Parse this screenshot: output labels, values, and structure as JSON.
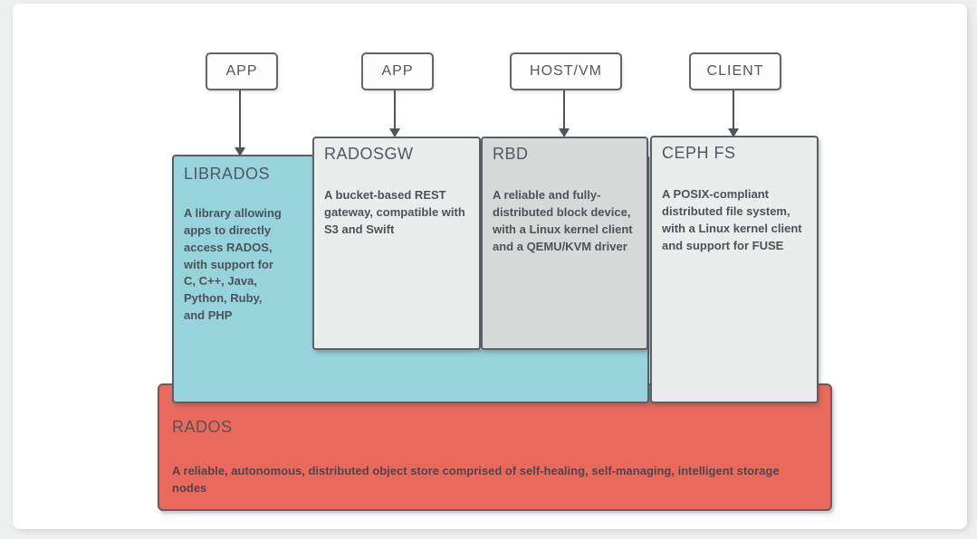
{
  "palette": {
    "page_background": "#eef0f0",
    "card_background": "#ffffff",
    "librados_fill": "#97d3db",
    "radosgw_fill": "#ebecec",
    "rbd_fill": "#d7d9d9",
    "cephfs_fill": "#ebecec",
    "rados_fill": "#e96a5c",
    "box_border": "#5a6065",
    "arrow_color": "#4d565c",
    "text_color": "#4b535a"
  },
  "top_nodes": [
    {
      "id": "app-1",
      "label": "APP"
    },
    {
      "id": "app-2",
      "label": "APP"
    },
    {
      "id": "host-vm",
      "label": "HOST/VM"
    },
    {
      "id": "client",
      "label": "CLIENT"
    }
  ],
  "components": {
    "librados": {
      "title": "LIBRADOS",
      "description": "A library allowing\napps to directly\naccess RADOS,\nwith support for\nC, C++, Java,\nPython, Ruby,\nand PHP"
    },
    "radosgw": {
      "title": "RADOSGW",
      "description": "A bucket-based REST\ngateway, compatible with\nS3 and Swift"
    },
    "rbd": {
      "title": "RBD",
      "description": "A reliable and fully-\ndistributed block device,\nwith a Linux kernel client\nand a QEMU/KVM driver"
    },
    "cephfs": {
      "title": "CEPH FS",
      "description": "A POSIX-compliant\ndistributed file system,\nwith a Linux kernel client\nand support for FUSE"
    },
    "rados": {
      "title": "RADOS",
      "description": "A reliable, autonomous, distributed object store comprised of self-healing, self-managing, intelligent storage\nnodes"
    }
  }
}
